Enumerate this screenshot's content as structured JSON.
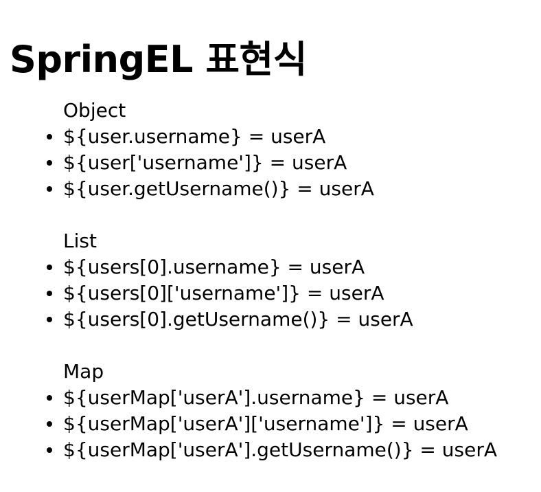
{
  "slide": {
    "title": "SpringEL 표현식",
    "groups": [
      {
        "header": "Object",
        "items": [
          "${user.username} = userA",
          "${user['username']} = userA",
          "${user.getUsername()} = userA"
        ]
      },
      {
        "header": "List",
        "items": [
          "${users[0].username} = userA",
          "${users[0]['username']} = userA",
          "${users[0].getUsername()} = userA"
        ]
      },
      {
        "header": "Map",
        "items": [
          "${userMap['userA'].username} = userA",
          "${userMap['userA']['username']} = userA",
          "${userMap['userA'].getUsername()} = userA"
        ]
      }
    ]
  },
  "colors": {
    "background": "#ffffff",
    "text": "#000000"
  }
}
